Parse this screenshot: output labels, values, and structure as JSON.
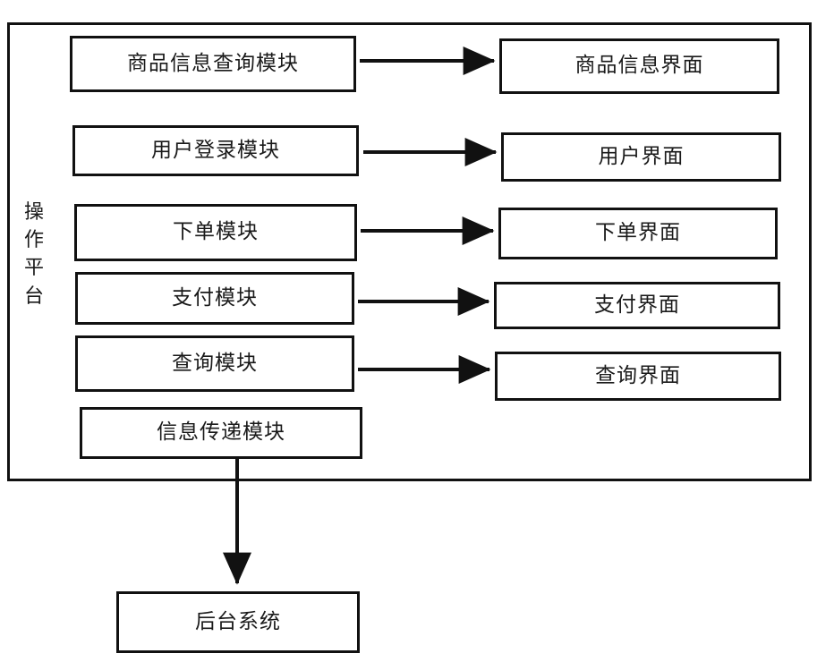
{
  "diagram": {
    "title": "操作平台模块结构图",
    "background_color": "#ffffff",
    "line_color": "#111111",
    "text_color": "#1a1a1a",
    "platform": {
      "label_chars": [
        "操",
        "作",
        "平",
        "台"
      ],
      "label_text": "操作平台"
    },
    "modules": [
      {
        "label": "商品信息查询模块"
      },
      {
        "label": "用户登录模块"
      },
      {
        "label": "下单模块"
      },
      {
        "label": "支付模块"
      },
      {
        "label": "查询模块"
      },
      {
        "label": "信息传递模块"
      }
    ],
    "interfaces": [
      {
        "label": "商品信息界面"
      },
      {
        "label": "用户界面"
      },
      {
        "label": "下单界面"
      },
      {
        "label": "支付界面"
      },
      {
        "label": "查询界面"
      }
    ],
    "backend": {
      "label": "后台系统"
    },
    "connections": [
      {
        "from": "商品信息查询模块",
        "to": "商品信息界面",
        "type": "arrow-right"
      },
      {
        "from": "用户登录模块",
        "to": "用户界面",
        "type": "arrow-right"
      },
      {
        "from": "下单模块",
        "to": "下单界面",
        "type": "arrow-right"
      },
      {
        "from": "支付模块",
        "to": "支付界面",
        "type": "arrow-right"
      },
      {
        "from": "查询模块",
        "to": "查询界面",
        "type": "arrow-right"
      },
      {
        "from": "信息传递模块",
        "to": "后台系统",
        "type": "arrow-down"
      }
    ]
  }
}
